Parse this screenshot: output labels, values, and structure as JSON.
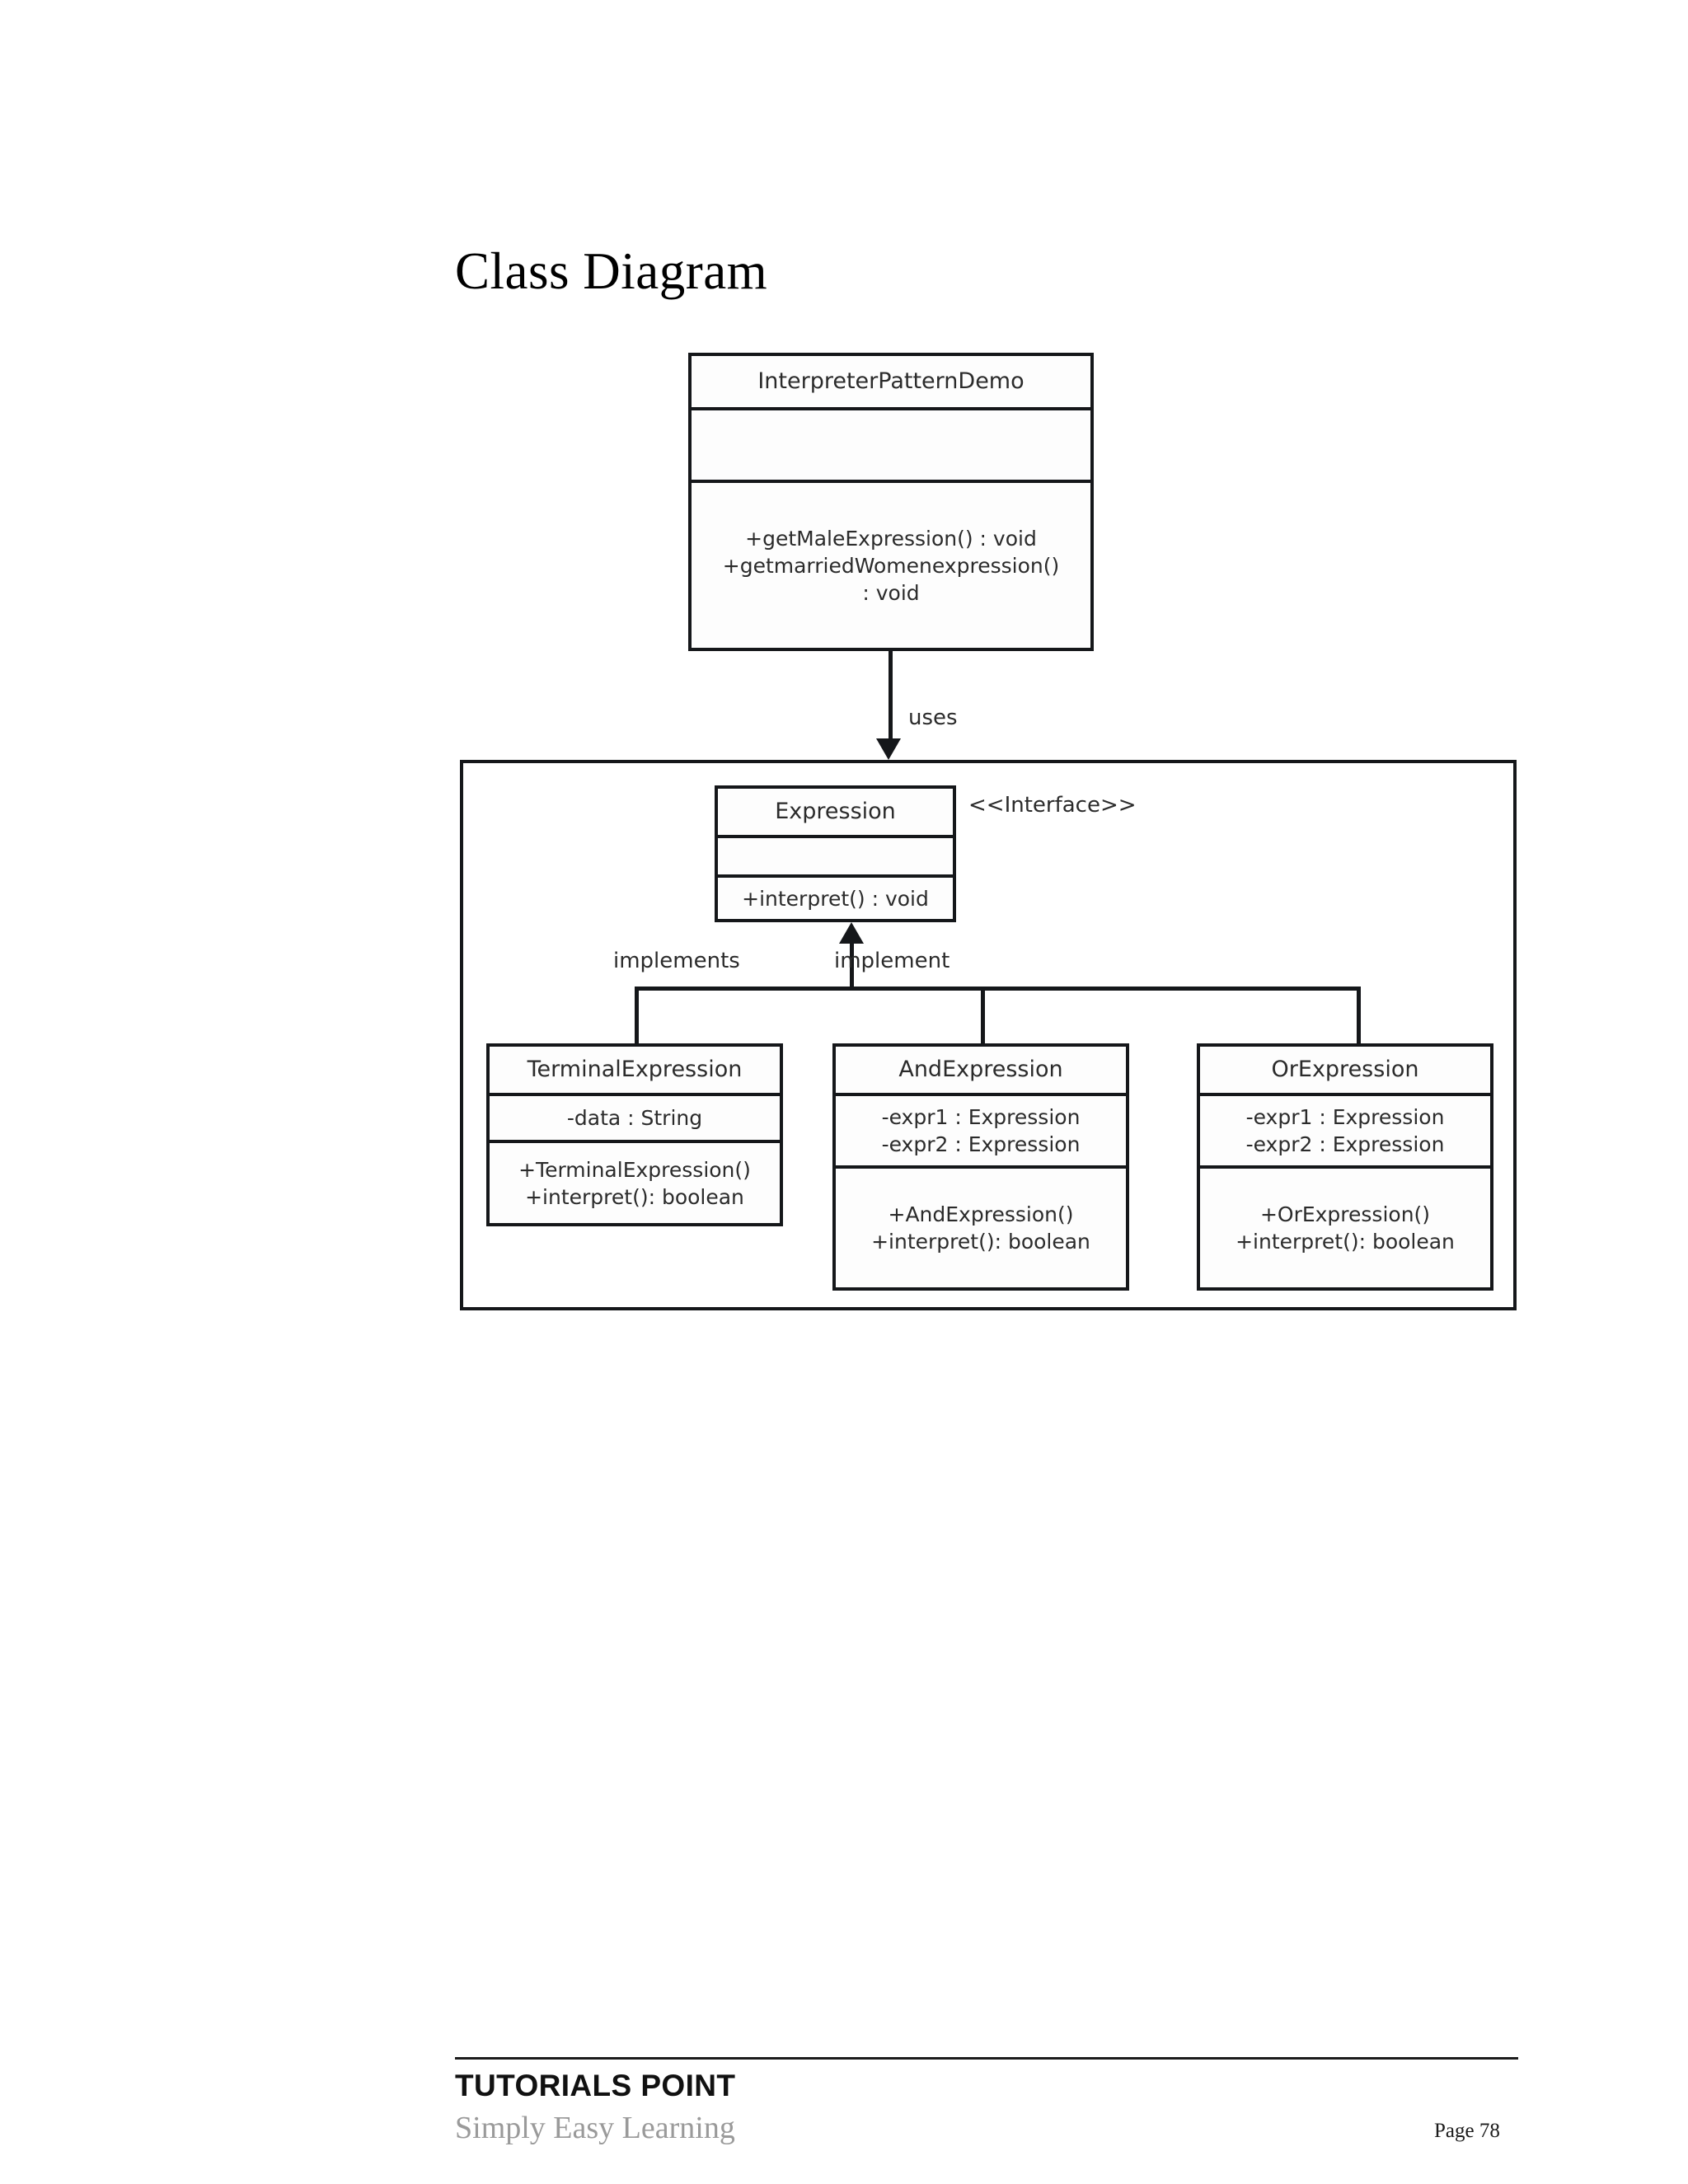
{
  "page": {
    "title": "Class Diagram"
  },
  "diagram": {
    "type": "uml-class-diagram",
    "classes": [
      {
        "id": "interpreter-pattern-demo",
        "name": "InterpreterPatternDemo",
        "stereotype": "",
        "attributes": [],
        "methods": [
          "+getMaleExpression()  : void",
          "+getmarriedWomenexpression()",
          ": void"
        ]
      },
      {
        "id": "expression",
        "name": "Expression",
        "stereotype": "<<Interface>>",
        "attributes": [],
        "methods": [
          "+interpret() : void"
        ]
      },
      {
        "id": "terminal-expression",
        "name": "TerminalExpression",
        "stereotype": "",
        "attributes": [
          "-data : String"
        ],
        "methods": [
          "+TerminalExpression()",
          "+interpret(): boolean"
        ]
      },
      {
        "id": "and-expression",
        "name": "AndExpression",
        "stereotype": "",
        "attributes": [
          "-expr1 : Expression",
          "-expr2 : Expression"
        ],
        "methods": [
          "+AndExpression()",
          "+interpret(): boolean"
        ]
      },
      {
        "id": "or-expression",
        "name": "OrExpression",
        "stereotype": "",
        "attributes": [
          "-expr1 : Expression",
          "-expr2 : Expression"
        ],
        "methods": [
          "+OrExpression()",
          "+interpret(): boolean"
        ]
      }
    ],
    "relationships": [
      {
        "id": "uses",
        "label": "uses",
        "from": "interpreter-pattern-demo",
        "to": "expression",
        "kind": "dependency"
      },
      {
        "id": "implements-left",
        "label": "implements",
        "from": "terminal-expression",
        "to": "expression",
        "kind": "realization"
      },
      {
        "id": "implement-right",
        "label": "implement",
        "from": "and-expression",
        "to": "expression",
        "kind": "realization"
      }
    ]
  },
  "footer": {
    "brand": "TUTORIALS POINT",
    "tagline": "Simply Easy Learning",
    "page_label": "Page 78"
  },
  "colors": {
    "stroke": "#15171a",
    "text": "#2b2b2b",
    "tagline": "#9a9a9a",
    "background": "#ffffff"
  }
}
